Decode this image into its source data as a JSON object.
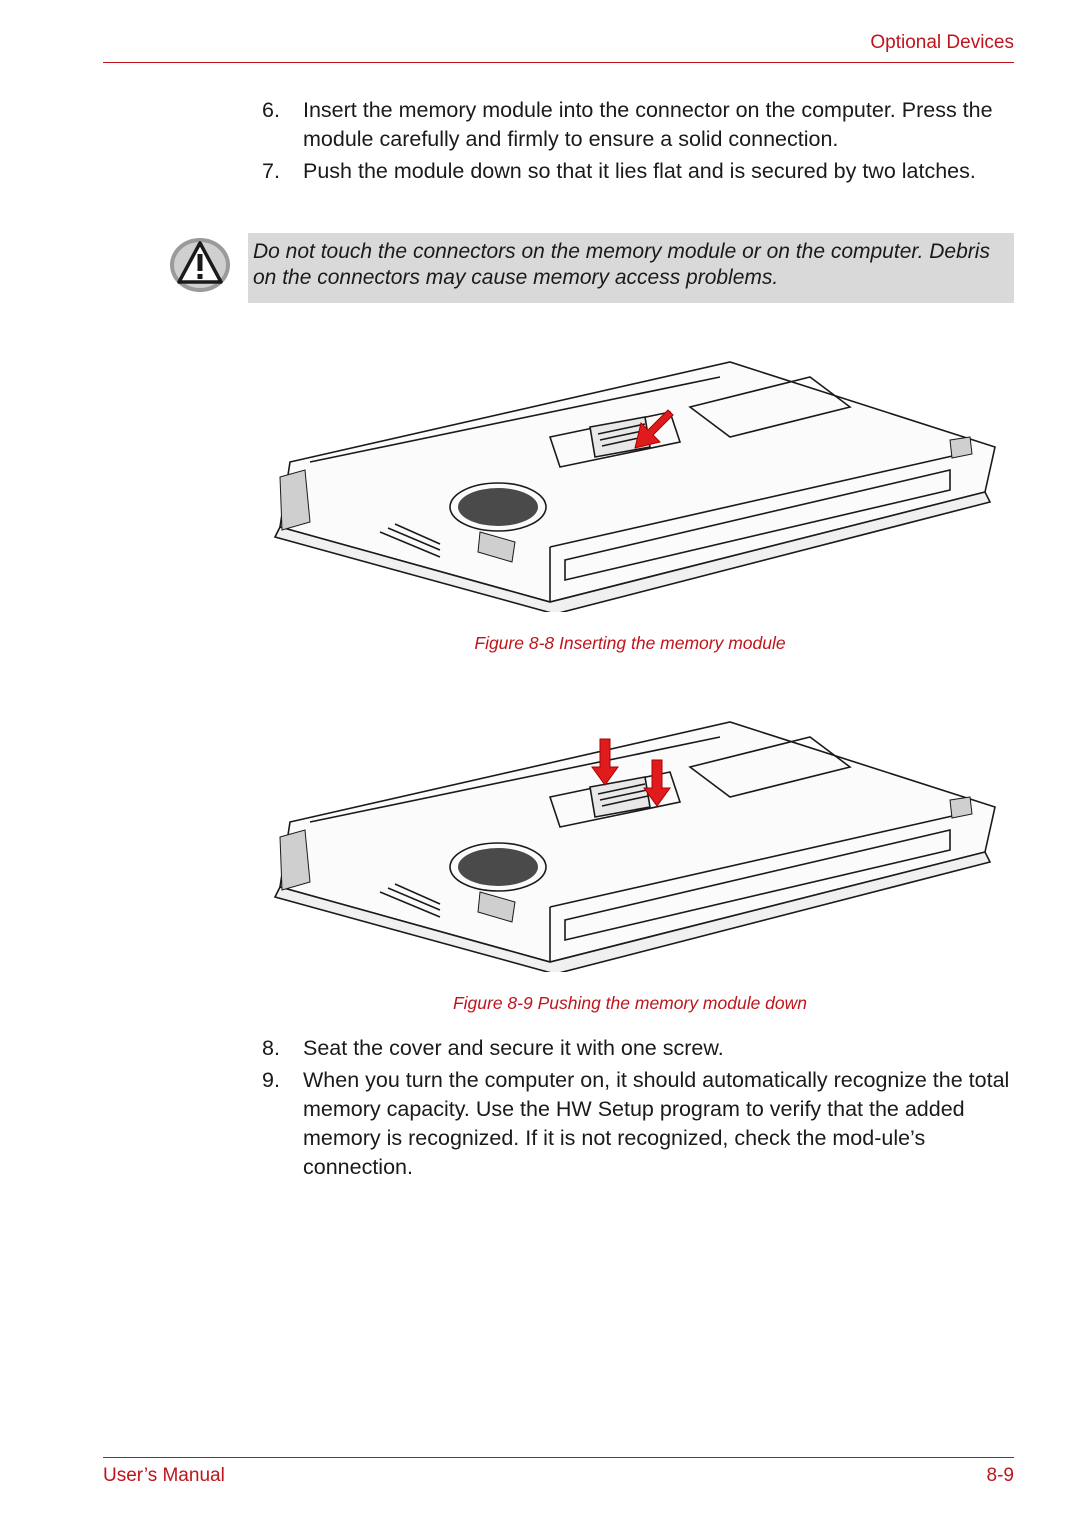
{
  "header": {
    "title": "Optional Devices"
  },
  "steps_top": [
    {
      "num": "6.",
      "text": "Insert the memory module into the connector on the computer. Press the module carefully and firmly to ensure a solid connection."
    },
    {
      "num": "7.",
      "text": "Push the module down so that it lies flat and is secured by two latches."
    }
  ],
  "warning": {
    "icon": "warning-icon",
    "text": "Do not touch the connectors on the memory module or on the computer. Debris on the connectors may cause memory access problems."
  },
  "figures": [
    {
      "caption": "Figure 8-8 Inserting the memory module"
    },
    {
      "caption": "Figure 8-9 Pushing the memory module down"
    }
  ],
  "steps_bottom": [
    {
      "num": "8.",
      "text": "Seat the cover and secure it with one screw."
    },
    {
      "num": "9.",
      "text": "When you turn the computer on, it should automatically recognize the total memory capacity. Use the HW Setup program to verify that the added memory is recognized. If it is not recognized, check the mod-ule’s connection."
    }
  ],
  "footer": {
    "left": "User’s Manual",
    "right": "8-9"
  },
  "colors": {
    "accent": "#c0141c",
    "warning_bg": "#d9d9d9",
    "arrow": "#e01b1b"
  }
}
